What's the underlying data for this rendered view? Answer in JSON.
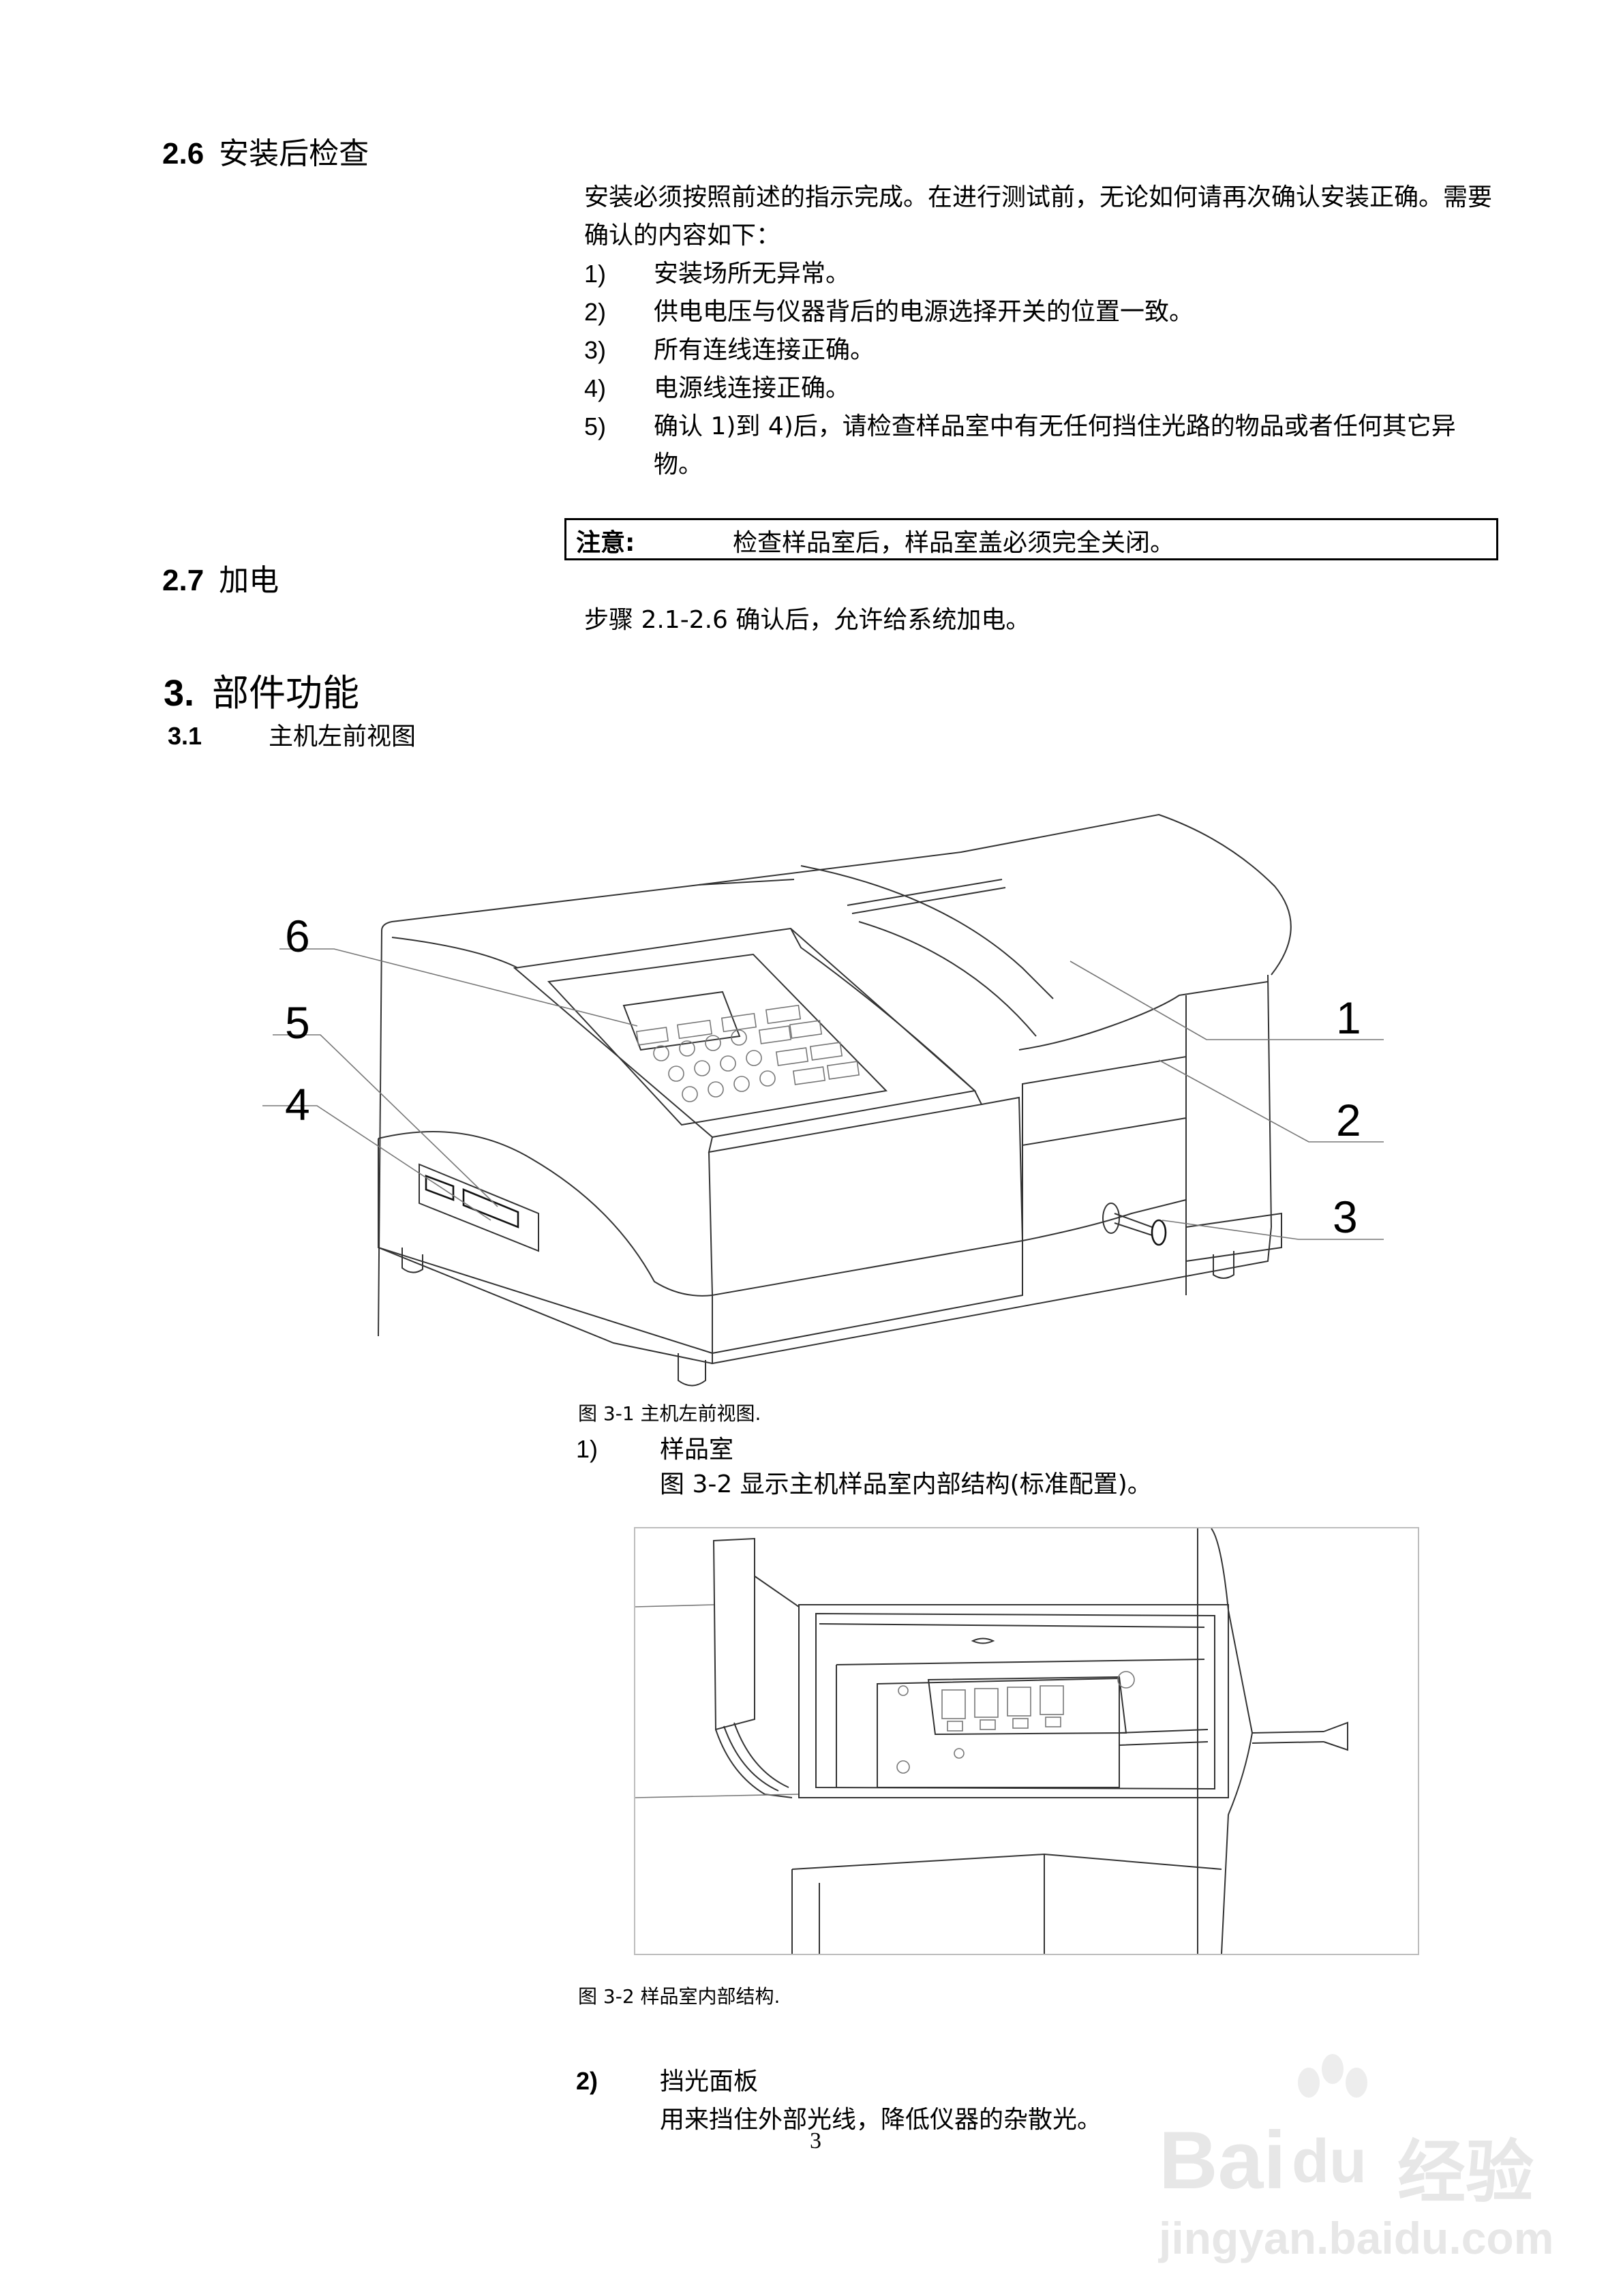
{
  "section_2_6": {
    "number": "2.6",
    "title": "安装后检查",
    "intro": "安装必须按照前述的指示完成。在进行测试前，无论如何请再次确认安装正确。需要确认的内容如下：",
    "items": [
      {
        "num": "1)",
        "text": "安装场所无异常。"
      },
      {
        "num": "2)",
        "text": "供电电压与仪器背后的电源选择开关的位置一致。"
      },
      {
        "num": "3)",
        "text": "所有连线连接正确。"
      },
      {
        "num": "4)",
        "text": "电源线连接正确。"
      },
      {
        "num": "5)",
        "text": "确认 1)到 4)后，请检查样品室中有无任何挡住光路的物品或者任何其它异物。"
      }
    ]
  },
  "note": {
    "label": "注意:",
    "text": "检查样品室后，样品室盖必须完全关闭。"
  },
  "section_2_7": {
    "number": "2.7",
    "title": "加电",
    "text": "步骤 2.1-2.6 确认后，允许给系统加电。"
  },
  "section_3": {
    "number": "3.",
    "title": "部件功能"
  },
  "section_3_1": {
    "number": "3.1",
    "title": "主机左前视图"
  },
  "figure_3_1": {
    "callouts": [
      "1",
      "2",
      "3",
      "4",
      "5",
      "6"
    ],
    "caption": "图 3-1  主机左前视图."
  },
  "part_1": {
    "num": "1)",
    "title": "样品室",
    "desc": "图  3-2  显示主机样品室内部结构(标准配置)。"
  },
  "figure_3_2": {
    "caption": "图 3-2  样品室内部结构."
  },
  "part_2": {
    "num": "2)",
    "title": "挡光面板",
    "desc": "用来挡住外部光线，降低仪器的杂散光。"
  },
  "page_number": "3",
  "watermark": {
    "logo_text": "Bai",
    "logo_text2": "du",
    "cn_text": "经验",
    "url": "jingyan.baidu.com"
  }
}
